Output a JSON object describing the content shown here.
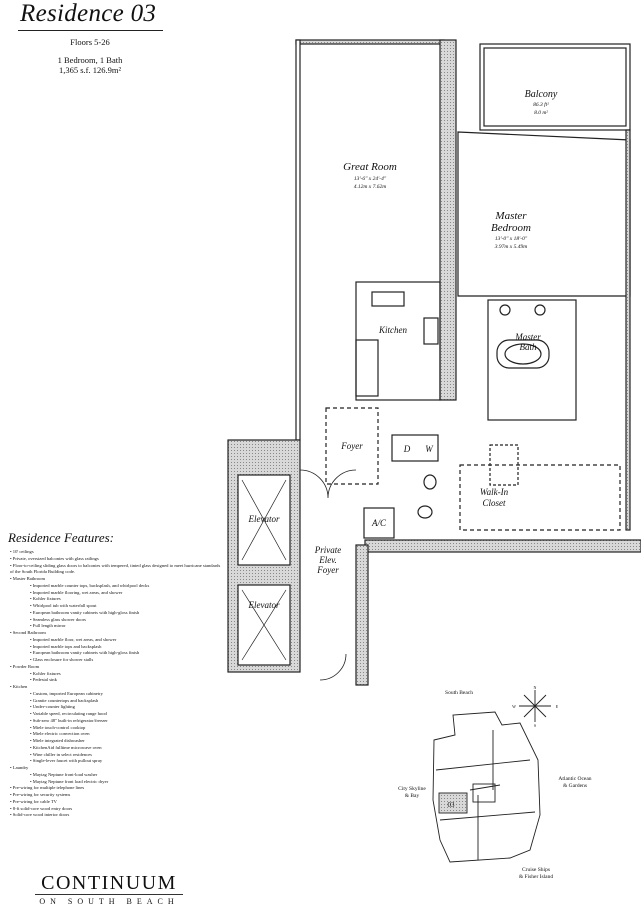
{
  "header": {
    "title": "Residence 03",
    "floors": "Floors 5-26",
    "beds_baths": "1 Bedroom, 1 Bath",
    "area": "1,365 s.f.  126.9m²"
  },
  "rooms": {
    "great_room": {
      "name": "Great Room",
      "dim_ft": "13'-6\" x 24'-4\"",
      "dim_m": "4.12m x 7.62m"
    },
    "balcony": {
      "name": "Balcony",
      "dim_ft": "86.3 ft²",
      "dim_m": "8.0 m²"
    },
    "master_bedroom": {
      "name1": "Master",
      "name2": "Bedroom",
      "dim_ft": "13'-0\" x 18'-0\"",
      "dim_m": "3.97m x 5.49m"
    },
    "kitchen": "Kitchen",
    "master_bath1": "Master",
    "master_bath2": "Bath",
    "foyer": "Foyer",
    "dryer": "D",
    "washer": "W",
    "ac": "A/C",
    "walk_in1": "Walk-In",
    "walk_in2": "Closet",
    "elevator": "Elevator",
    "private_foyer1": "Private",
    "private_foyer2": "Elev.",
    "private_foyer3": "Foyer"
  },
  "features": {
    "heading": "Residence Features:",
    "items": [
      {
        "t": "10' ceilings",
        "l": 0
      },
      {
        "t": "Private, oversized balconies with glass railings",
        "l": 0
      },
      {
        "t": "Floor-to-ceiling sliding glass doors to balconies with tempered, tinted glass designed to meet hurricane standards of the South Florida Building code.",
        "l": 0
      },
      {
        "t": "Master Bathroom",
        "l": 0
      },
      {
        "t": "Imported marble counter tops, backsplash, and whirlpool decks",
        "l": 1
      },
      {
        "t": "Imported marble flooring, wet areas, and shower",
        "l": 1
      },
      {
        "t": "Kohler fixtures",
        "l": 1
      },
      {
        "t": "Whirlpool tub with waterfall spout",
        "l": 1
      },
      {
        "t": "European bathroom vanity cabinets with high-gloss finish",
        "l": 1
      },
      {
        "t": "Seamless glass shower doors",
        "l": 1
      },
      {
        "t": "Full length mirror",
        "l": 1
      },
      {
        "t": "Second Bathroom",
        "l": 0
      },
      {
        "t": "Imported marble floor, wet areas, and shower",
        "l": 1
      },
      {
        "t": "Imported marble tops and backsplash",
        "l": 1
      },
      {
        "t": "European bathroom vanity cabinets with high-gloss finish",
        "l": 1
      },
      {
        "t": "Glass enclosure for shower stalls",
        "l": 1
      },
      {
        "t": "Powder Room",
        "l": 0
      },
      {
        "t": "Kohler fixtures",
        "l": 1
      },
      {
        "t": "Pedestal sink",
        "l": 1
      },
      {
        "t": "Kitchen",
        "l": 0
      },
      {
        "t": "Custom, imported European cabinetry",
        "l": 1
      },
      {
        "t": "Granite countertops and backsplash",
        "l": 1
      },
      {
        "t": "Under-counter lighting",
        "l": 1
      },
      {
        "t": "Variable speed, recirculating range hood",
        "l": 1
      },
      {
        "t": "Sub-zero 48\" built-in refrigerator/freezer",
        "l": 1
      },
      {
        "t": "Miele touch-control cooktop",
        "l": 1
      },
      {
        "t": "Miele electric convection oven",
        "l": 1
      },
      {
        "t": "Miele integrated dishwasher",
        "l": 1
      },
      {
        "t": "KitchenAid fulltime microwave oven",
        "l": 1
      },
      {
        "t": "Wine chiller in select residences",
        "l": 1
      },
      {
        "t": "Single-lever faucet with pullout spray",
        "l": 1
      },
      {
        "t": "Laundry",
        "l": 0
      },
      {
        "t": "Maytag Neptune front-load washer",
        "l": 1
      },
      {
        "t": "Maytag Neptune front load electric dryer",
        "l": 1
      },
      {
        "t": "Pre-wiring for multiple telephone lines",
        "l": 0
      },
      {
        "t": "Pre-wiring for security systems",
        "l": 0
      },
      {
        "t": "Pre-wiring for cable TV",
        "l": 0
      },
      {
        "t": "8-ft solid-core wood entry doors",
        "l": 0
      },
      {
        "t": "Solid-core wood interior doors",
        "l": 0
      }
    ]
  },
  "site_map": {
    "south_beach": "South Beach",
    "ocean1": "Atlantic Ocean",
    "ocean2": "& Gardens",
    "city1": "City Skyline",
    "city2": "& Bay",
    "cruise1": "Cruise Ships",
    "cruise2": "& Fisher Island",
    "unit": "03",
    "n": "N",
    "s": "S",
    "e": "E",
    "w": "W"
  },
  "logo": {
    "name": "CONTINUUM",
    "tagline": "ON SOUTH BEACH"
  }
}
